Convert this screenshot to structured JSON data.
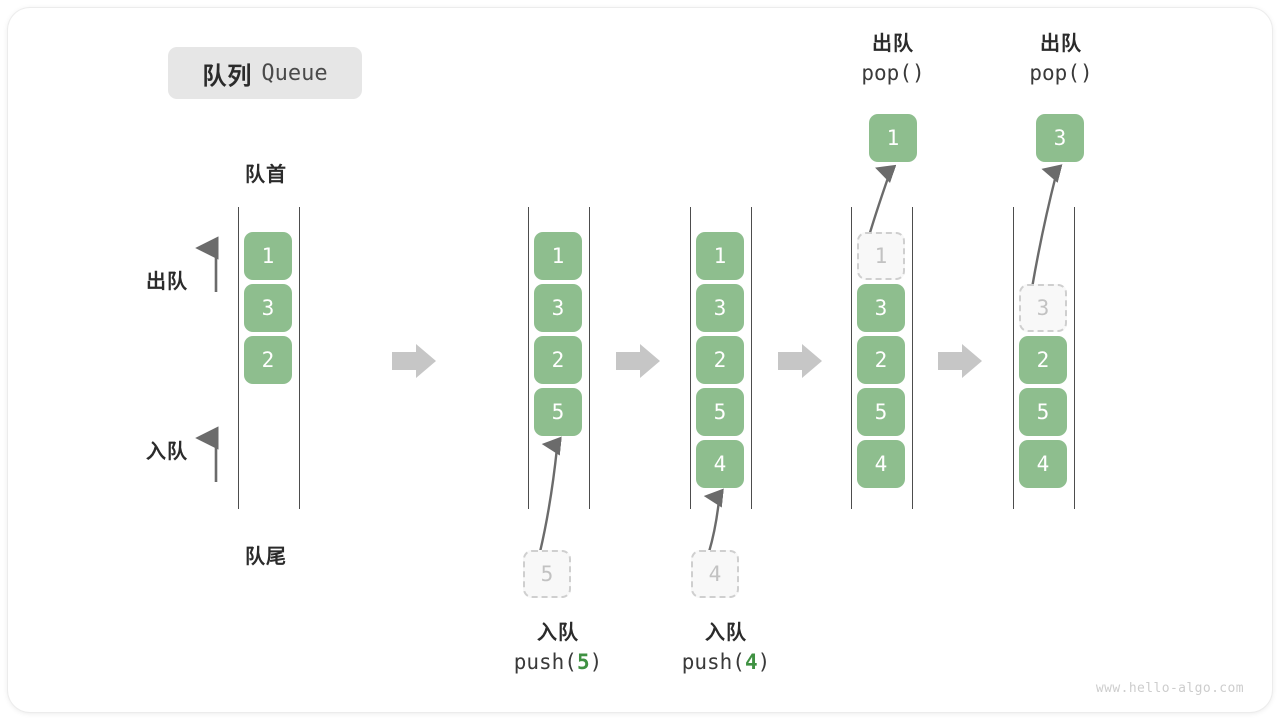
{
  "title": {
    "cn": "队列",
    "en": "Queue"
  },
  "labels": {
    "head": "队首",
    "tail": "队尾",
    "dequeue_side": "出队",
    "enqueue_side": "入队"
  },
  "colors": {
    "element_fill": "#8ebe8e",
    "element_text": "#ffffff",
    "ghost_fill": "#f8f8f8",
    "ghost_border": "#cfcfcf",
    "rail": "#4d4d4d",
    "step_arrow": "#c6c6c6",
    "accent_code": "#3f9142",
    "badge_bg": "#e6e6e6"
  },
  "columns": [
    {
      "id": "initial",
      "cells": [
        {
          "value": "1",
          "state": "filled"
        },
        {
          "value": "3",
          "state": "filled"
        },
        {
          "value": "2",
          "state": "filled"
        }
      ]
    },
    {
      "id": "after-push-5",
      "cells": [
        {
          "value": "1",
          "state": "filled"
        },
        {
          "value": "3",
          "state": "filled"
        },
        {
          "value": "2",
          "state": "filled"
        },
        {
          "value": "5",
          "state": "filled"
        }
      ]
    },
    {
      "id": "after-push-4",
      "cells": [
        {
          "value": "1",
          "state": "filled"
        },
        {
          "value": "3",
          "state": "filled"
        },
        {
          "value": "2",
          "state": "filled"
        },
        {
          "value": "5",
          "state": "filled"
        },
        {
          "value": "4",
          "state": "filled"
        }
      ]
    },
    {
      "id": "after-pop-1",
      "cells": [
        {
          "value": "1",
          "state": "ghost"
        },
        {
          "value": "3",
          "state": "filled"
        },
        {
          "value": "2",
          "state": "filled"
        },
        {
          "value": "5",
          "state": "filled"
        },
        {
          "value": "4",
          "state": "filled"
        }
      ]
    },
    {
      "id": "after-pop-3",
      "cells": [
        {
          "value": "3",
          "state": "ghost"
        },
        {
          "value": "2",
          "state": "filled"
        },
        {
          "value": "5",
          "state": "filled"
        },
        {
          "value": "4",
          "state": "filled"
        }
      ]
    }
  ],
  "incoming": [
    {
      "id": "push-5-ghost",
      "value": "5"
    },
    {
      "id": "push-4-ghost",
      "value": "4"
    }
  ],
  "popped": [
    {
      "id": "pop-1-result",
      "value": "1"
    },
    {
      "id": "pop-3-result",
      "value": "3"
    }
  ],
  "captions": {
    "push5": {
      "cn": "入队",
      "fn": "push(",
      "arg": "5",
      "close": ")"
    },
    "push4": {
      "cn": "入队",
      "fn": "push(",
      "arg": "4",
      "close": ")"
    },
    "pop1": {
      "cn": "出队",
      "fn": "pop()"
    },
    "pop2": {
      "cn": "出队",
      "fn": "pop()"
    }
  },
  "watermark": "www.hello-algo.com"
}
